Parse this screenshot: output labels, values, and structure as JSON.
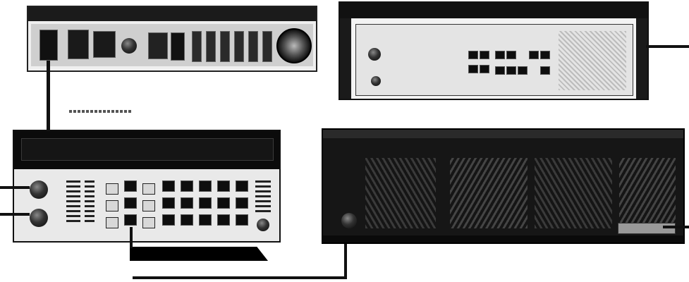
{
  "scene": {
    "description_free": true,
    "instruments": [
      {
        "id": "rear-panel-instrument"
      },
      {
        "id": "signal-generator"
      },
      {
        "id": "frequency-synthesizer"
      },
      {
        "id": "power-amplifier"
      }
    ],
    "colors": {
      "background": "#ffffff",
      "panel_dark": "#1a1a1a",
      "panel_light": "#e6e6e6",
      "cable": "#111111"
    }
  }
}
